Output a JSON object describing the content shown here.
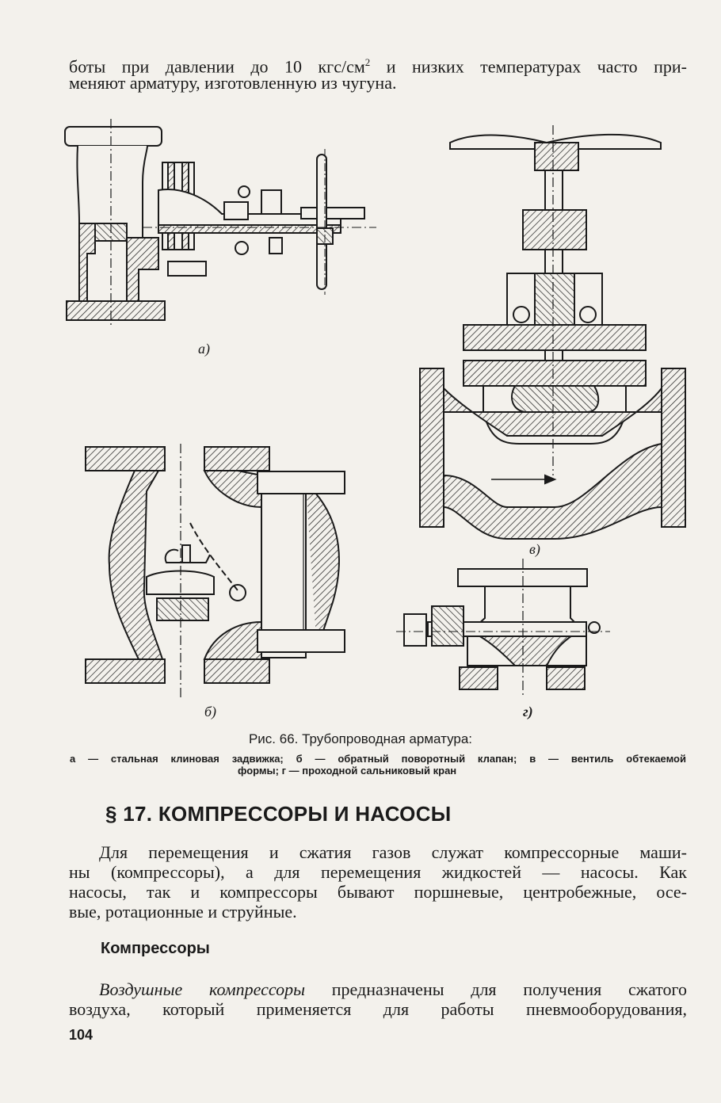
{
  "top_text": {
    "line1_a": "боты при давлении до 10 кгс/см",
    "line1_sup": "2",
    "line1_b": " и низких температурах часто при-",
    "line2": "меняют арматуру, изготовленную из чугуна."
  },
  "figure": {
    "label_a": "а)",
    "label_b": "б)",
    "label_v": "в)",
    "label_g": "г)",
    "caption_title": "Рис. 66. Трубопроводная арматура:",
    "caption_line1": "а — стальная клиновая задвижка; б — обратный поворотный клапан; в — вентиль обтекаемой",
    "caption_line2": "формы; г — проходной сальниковый кран"
  },
  "section": {
    "title": "§ 17. КОМПРЕССОРЫ И НАСОСЫ",
    "para1": [
      "Для перемещения и сжатия газов служат компрессорные маши-",
      "ны (компрессоры), а для перемещения жидкостей — насосы. Как",
      "насосы, так и компрессоры бывают поршневые, центробежные, осе-",
      "вые, ротационные и струйные."
    ],
    "subheading": "Компрессоры",
    "para2_italic": "Воздушные компрессоры",
    "para2_line1_rest": " предназначены для получения сжатого",
    "para2_line2": "воздуха, который применяется для работы пневмооборудования,"
  },
  "page_number": "104"
}
